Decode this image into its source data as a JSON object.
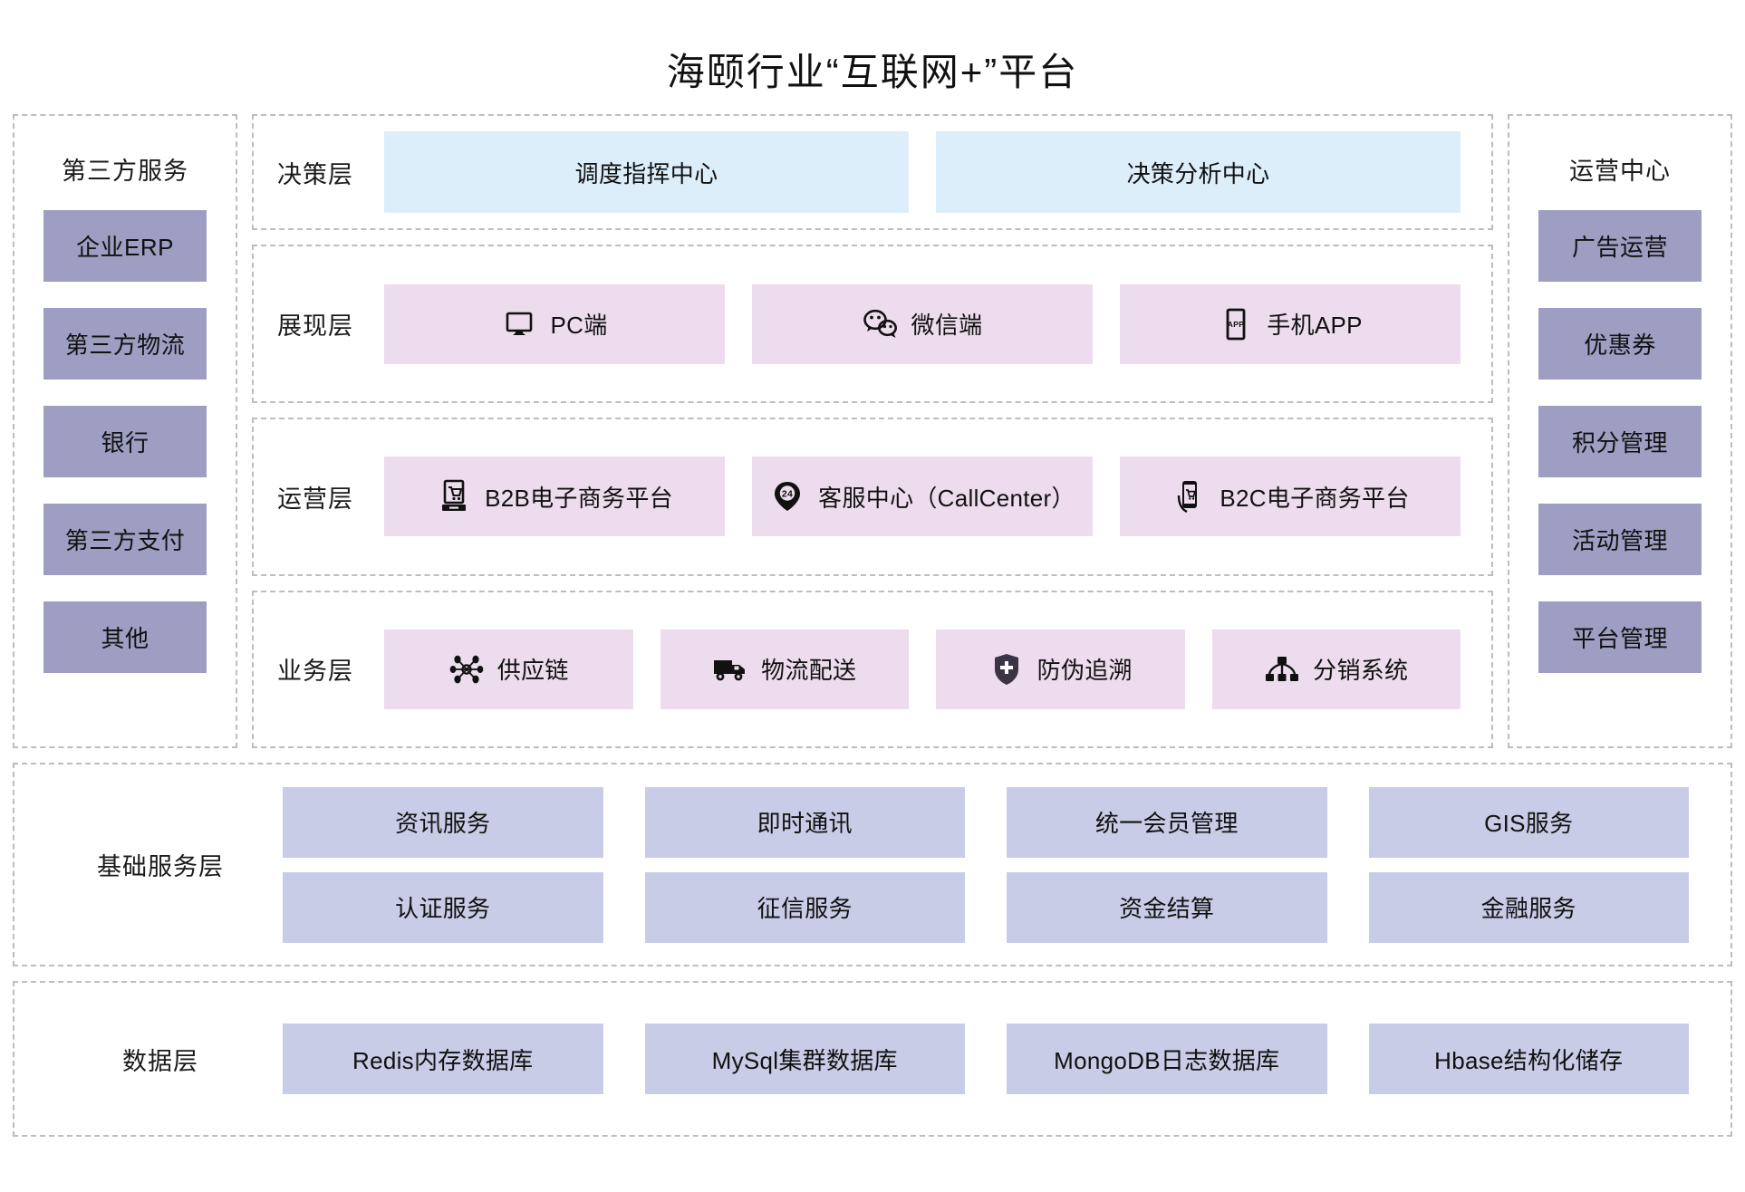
{
  "title": "海颐行业“互联网+”平台",
  "colors": {
    "purple_box": "#9e9dc2",
    "pink_box": "#eddced",
    "blue_box": "#ddeefb",
    "lavender_box": "#c8cce6",
    "dashed_border": "#bdbdbd"
  },
  "left_sidebar": {
    "title": "第三方服务",
    "items": [
      {
        "label": "企业ERP"
      },
      {
        "label": "第三方物流"
      },
      {
        "label": "银行"
      },
      {
        "label": "第三方支付"
      },
      {
        "label": "其他"
      }
    ]
  },
  "right_sidebar": {
    "title": "运营中心",
    "items": [
      {
        "label": "广告运营"
      },
      {
        "label": "优惠券"
      },
      {
        "label": "积分管理"
      },
      {
        "label": "活动管理"
      },
      {
        "label": "平台管理"
      }
    ]
  },
  "layers": [
    {
      "key": "decision",
      "label": "决策层",
      "style": "blue",
      "items": [
        {
          "label": "调度指挥中心",
          "icon": ""
        },
        {
          "label": "决策分析中心",
          "icon": ""
        }
      ]
    },
    {
      "key": "presentation",
      "label": "展现层",
      "style": "pink",
      "items": [
        {
          "label": "PC端",
          "icon": "monitor-icon"
        },
        {
          "label": "微信端",
          "icon": "wechat-icon"
        },
        {
          "label": "手机APP",
          "icon": "mobile-app-icon"
        }
      ]
    },
    {
      "key": "operation",
      "label": "运营层",
      "style": "pink",
      "items": [
        {
          "label": "B2B电子商务平台",
          "icon": "shopping-cart-desktop-icon"
        },
        {
          "label": "客服中心（CallCenter）",
          "icon": "phone-24h-icon"
        },
        {
          "label": "B2C电子商务平台",
          "icon": "mobile-shopping-icon"
        }
      ]
    },
    {
      "key": "business",
      "label": "业务层",
      "style": "pink",
      "items": [
        {
          "label": "供应链",
          "icon": "network-nodes-icon"
        },
        {
          "label": "物流配送",
          "icon": "truck-icon"
        },
        {
          "label": "防伪追溯",
          "icon": "shield-icon"
        },
        {
          "label": "分销系统",
          "icon": "hierarchy-icon"
        }
      ]
    }
  ],
  "base_service_layer": {
    "label": "基础服务层",
    "rows": [
      [
        "资讯服务",
        "即时通讯",
        "统一会员管理",
        "GIS服务"
      ],
      [
        "认证服务",
        "征信服务",
        "资金结算",
        "金融服务"
      ]
    ]
  },
  "data_layer": {
    "label": "数据层",
    "rows": [
      [
        "Redis内存数据库",
        "MySql集群数据库",
        "MongoDB日志数据库",
        "Hbase结构化储存"
      ]
    ]
  }
}
